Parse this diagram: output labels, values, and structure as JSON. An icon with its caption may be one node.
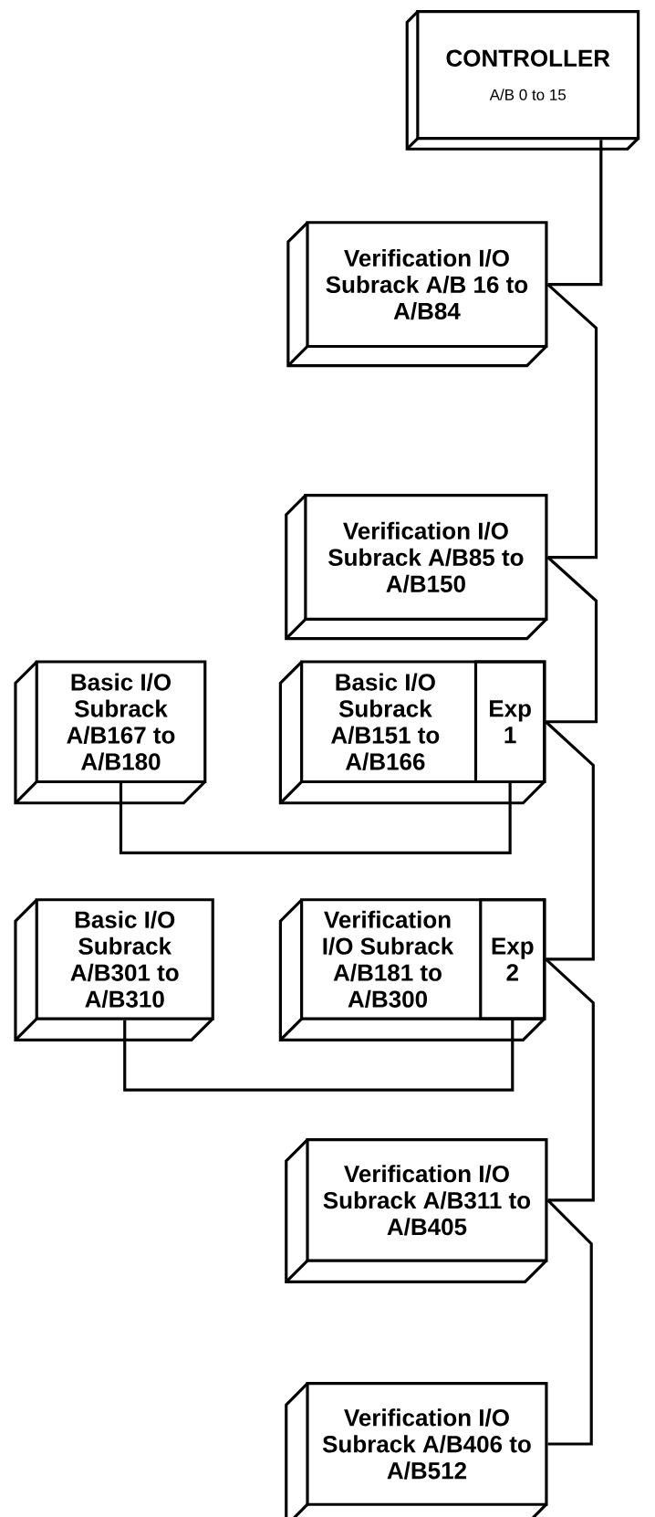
{
  "diagram": {
    "nodes": [
      {
        "text": [
          "CONTROLLER",
          "A/B 0 to 15"
        ]
      },
      {
        "text": [
          "Verification I/O Subrack A/B 16 to A/B84"
        ]
      },
      {
        "text": [
          "Verification I/O Subrack A/B85 to A/B150"
        ]
      },
      {
        "text": [
          "Basic I/O Subrack A/B167 to A/B180"
        ]
      },
      {
        "text": [
          "Basic I/O Subrack A/B151 to A/B166"
        ]
      },
      {
        "text": [
          "Exp 1"
        ],
        "in": 4
      },
      {
        "text": [
          "Basic I/O Subrack A/B301 to A/B310"
        ]
      },
      {
        "text": [
          "Verification I/O Subrack A/B181 to A/B300"
        ]
      },
      {
        "text": [
          "Exp 2"
        ],
        "in": 7
      },
      {
        "text": [
          "Verification I/O Subrack A/B311 to A/B405"
        ]
      },
      {
        "text": [
          "Verification I/O Subrack A/B406 to A/B512"
        ]
      }
    ],
    "edges": [
      {
        "from": 0,
        "to": 1,
        "arrow": "none"
      },
      {
        "from": 1,
        "to": 2,
        "arrow": "none"
      },
      {
        "from": 2,
        "to": 5,
        "arrow": "none"
      },
      {
        "from": 5,
        "to": 8,
        "arrow": "none"
      },
      {
        "from": 8,
        "to": 9,
        "arrow": "none"
      },
      {
        "from": 9,
        "to": 10,
        "arrow": "none"
      },
      {
        "from": 5,
        "to": 3,
        "arrow": "none"
      },
      {
        "from": 8,
        "to": 6,
        "arrow": "none"
      }
    ]
  }
}
